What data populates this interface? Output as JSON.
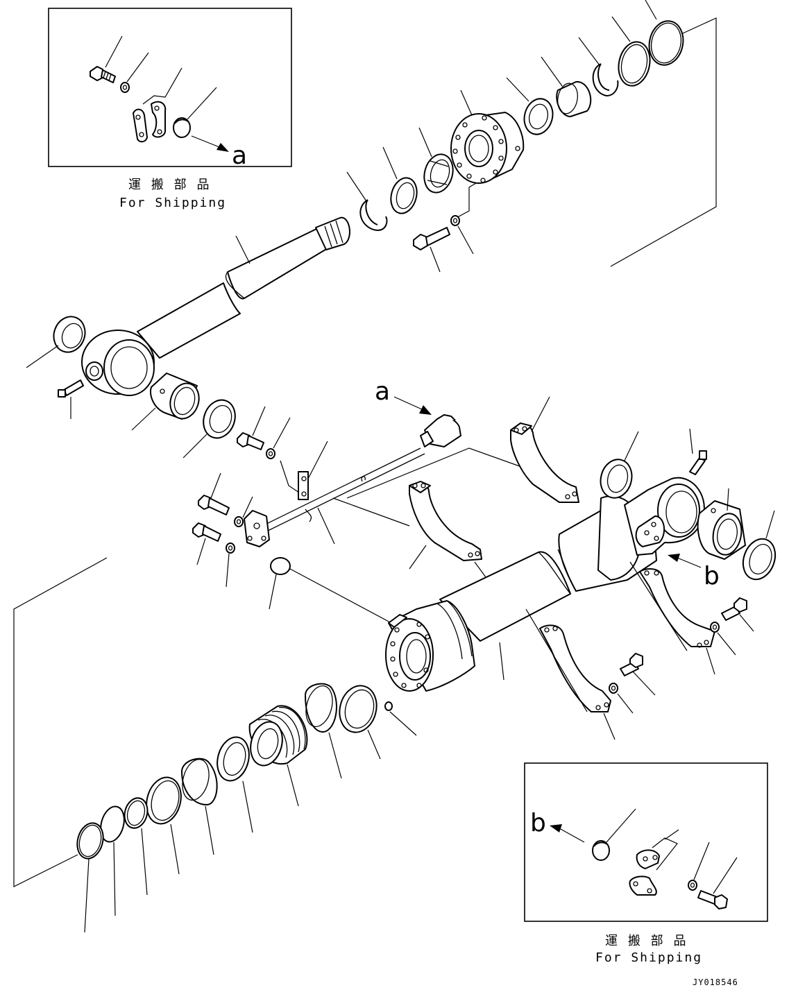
{
  "shipping_box_top": {
    "caption_jp": "運 搬 部 品",
    "caption_en": "For Shipping",
    "ref_letter": "a"
  },
  "shipping_box_bottom": {
    "caption_jp": "運 搬 部 品",
    "caption_en": "For Shipping",
    "ref_letter": "b"
  },
  "refs": {
    "a": "a",
    "b": "b"
  },
  "drawing_code": "JY018546"
}
